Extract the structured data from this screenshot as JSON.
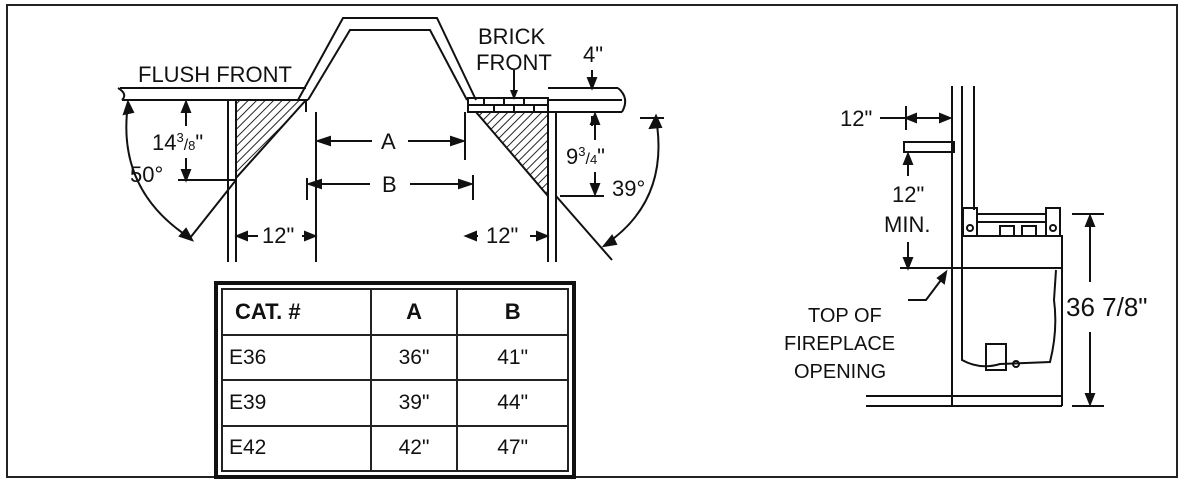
{
  "plan_view": {
    "flush_front_label": "FLUSH FRONT",
    "brick_label_line1": "BRICK",
    "brick_label_line2": "FRONT",
    "dim_4": "4\"",
    "dim_a": "A",
    "dim_b": "B",
    "dim_14_3_8_whole": "14",
    "dim_14_3_8_num": "3",
    "dim_14_3_8_den": "8",
    "dim_9_3_4_whole": "9",
    "dim_9_3_4_num": "3",
    "dim_9_3_4_den": "4",
    "angle_left": "50°",
    "angle_right": "39°",
    "dim_12_left": "12\"",
    "dim_12_right": "12\""
  },
  "side_view": {
    "dim_12_top": "12\"",
    "dim_12_min_line1": "12\"",
    "dim_12_min_line2": "MIN.",
    "top_label_line1": "TOP OF",
    "top_label_line2": "FIREPLACE",
    "top_label_line3": "OPENING",
    "height_label": "36 7/8\""
  },
  "spec_table": {
    "headers": [
      "CAT. #",
      "A",
      "B"
    ],
    "rows": [
      [
        "E36",
        "36\"",
        "41\""
      ],
      [
        "E39",
        "39\"",
        "44\""
      ],
      [
        "E42",
        "42\"",
        "47\""
      ]
    ]
  }
}
